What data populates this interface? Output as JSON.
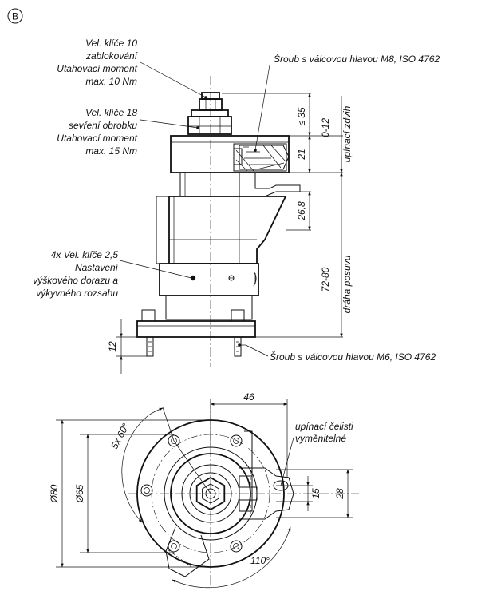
{
  "view_badge": "B",
  "callouts": {
    "key10": [
      "Vel. klíče 10",
      "zablokování",
      "Utahovací moment",
      "max. 10 Nm"
    ],
    "key18": [
      "Vel. klíče 18",
      "sevření obrobku",
      "Utahovací moment",
      "max. 15 Nm"
    ],
    "key25": [
      "4x Vel. klíče 2,5",
      "Nastavení",
      "výškového dorazu a",
      "výkyvného rozsahu"
    ],
    "screw_m8": "Šroub s válcovou hlavou M8, ISO 4762",
    "screw_m6": "Šroub s válcovou hlavou M6, ISO 4762",
    "jaws": [
      "upínací čelisti",
      "vyměnitelné"
    ]
  },
  "dimensions": {
    "d35": "≤ 35",
    "d21": "21",
    "stroke_range": "0-12",
    "stroke_label": "upínací zdvih",
    "d26_8": "26,8",
    "feed_range": "72-80",
    "feed_label": "dráha posuvu",
    "d12": "12",
    "d46": "46",
    "pitch": "5x 60°",
    "dia80": "Ø80",
    "dia65": "Ø65",
    "d15": "15",
    "d28": "28",
    "angle110": "110°"
  }
}
